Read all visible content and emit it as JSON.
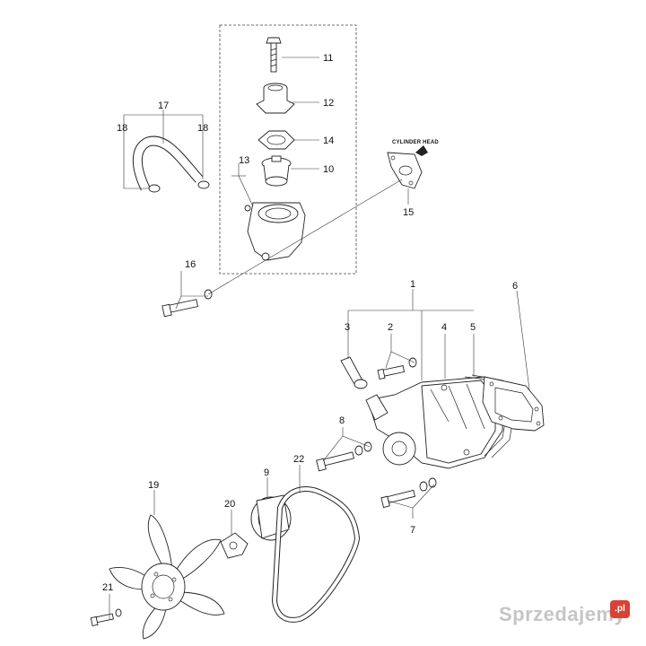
{
  "callouts": [
    "1",
    "2",
    "3",
    "4",
    "5",
    "6",
    "7",
    "8",
    "9",
    "10",
    "11",
    "12",
    "13",
    "14",
    "15",
    "16",
    "17",
    "18",
    "19",
    "20",
    "21",
    "22"
  ],
  "tag": "CYLINDER HEAD",
  "watermark": {
    "text": "Sprzedajemy",
    "badge": ".pl"
  }
}
